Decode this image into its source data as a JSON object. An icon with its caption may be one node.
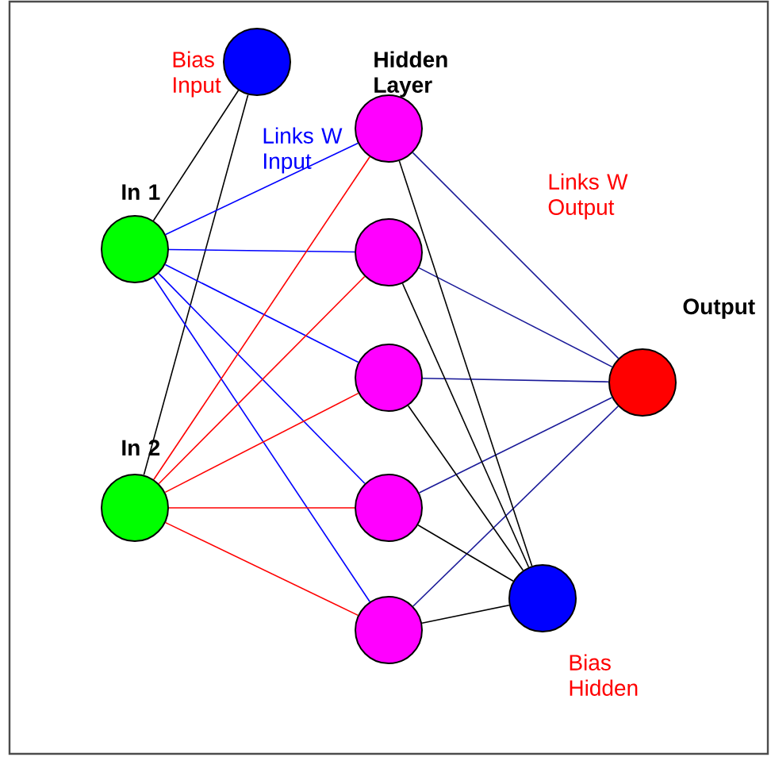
{
  "diagram": {
    "nodes": [
      {
        "text": [],
        "shape": "circle",
        "beside": [
          "Bias Input"
        ]
      },
      {
        "text": [],
        "shape": "circle",
        "beside": [
          "In 1"
        ]
      },
      {
        "text": [],
        "shape": "circle",
        "beside": [
          "In 2"
        ]
      },
      {
        "text": [],
        "shape": "circle",
        "beside": [
          "Hidden Layer"
        ]
      },
      {
        "text": [],
        "shape": "circle"
      },
      {
        "text": [],
        "shape": "circle"
      },
      {
        "text": [],
        "shape": "circle"
      },
      {
        "text": [],
        "shape": "circle"
      },
      {
        "text": [],
        "shape": "circle",
        "beside": [
          "Output"
        ]
      },
      {
        "text": [],
        "shape": "circle",
        "beside": [
          "Bias Hidden"
        ]
      }
    ],
    "edges": [
      {
        "from": 0,
        "to": 1,
        "arrow": "none"
      },
      {
        "from": 0,
        "to": 2,
        "arrow": "none"
      },
      {
        "from": 1,
        "to": 3,
        "arrow": "none",
        "color": "#0000ff"
      },
      {
        "from": 1,
        "to": 4,
        "arrow": "none",
        "color": "#0000ff"
      },
      {
        "from": 1,
        "to": 5,
        "arrow": "none",
        "color": "#0000ff"
      },
      {
        "from": 1,
        "to": 6,
        "arrow": "none",
        "color": "#0000ff"
      },
      {
        "from": 1,
        "to": 7,
        "arrow": "none",
        "color": "#0000ff"
      },
      {
        "from": 2,
        "to": 3,
        "arrow": "none",
        "color": "#ff0000"
      },
      {
        "from": 2,
        "to": 4,
        "arrow": "none",
        "color": "#ff0000"
      },
      {
        "from": 2,
        "to": 5,
        "arrow": "none",
        "color": "#ff0000"
      },
      {
        "from": 2,
        "to": 6,
        "arrow": "none",
        "color": "#ff0000"
      },
      {
        "from": 2,
        "to": 7,
        "arrow": "none",
        "color": "#ff0000"
      },
      {
        "from": 3,
        "to": 8,
        "arrow": "none",
        "color": "#1a1a99"
      },
      {
        "from": 4,
        "to": 8,
        "arrow": "none",
        "color": "#1a1a99"
      },
      {
        "from": 5,
        "to": 8,
        "arrow": "none",
        "color": "#1a1a99"
      },
      {
        "from": 6,
        "to": 8,
        "arrow": "none",
        "color": "#1a1a99"
      },
      {
        "from": 7,
        "to": 8,
        "arrow": "none",
        "color": "#1a1a99"
      },
      {
        "from": 9,
        "to": 3,
        "arrow": "none"
      },
      {
        "from": 9,
        "to": 4,
        "arrow": "none"
      },
      {
        "from": 9,
        "to": 5,
        "arrow": "none"
      },
      {
        "from": 9,
        "to": 6,
        "arrow": "none"
      },
      {
        "from": 9,
        "to": 7,
        "arrow": "none"
      }
    ],
    "labels": [
      "Links W Input",
      "Links W Output"
    ]
  }
}
